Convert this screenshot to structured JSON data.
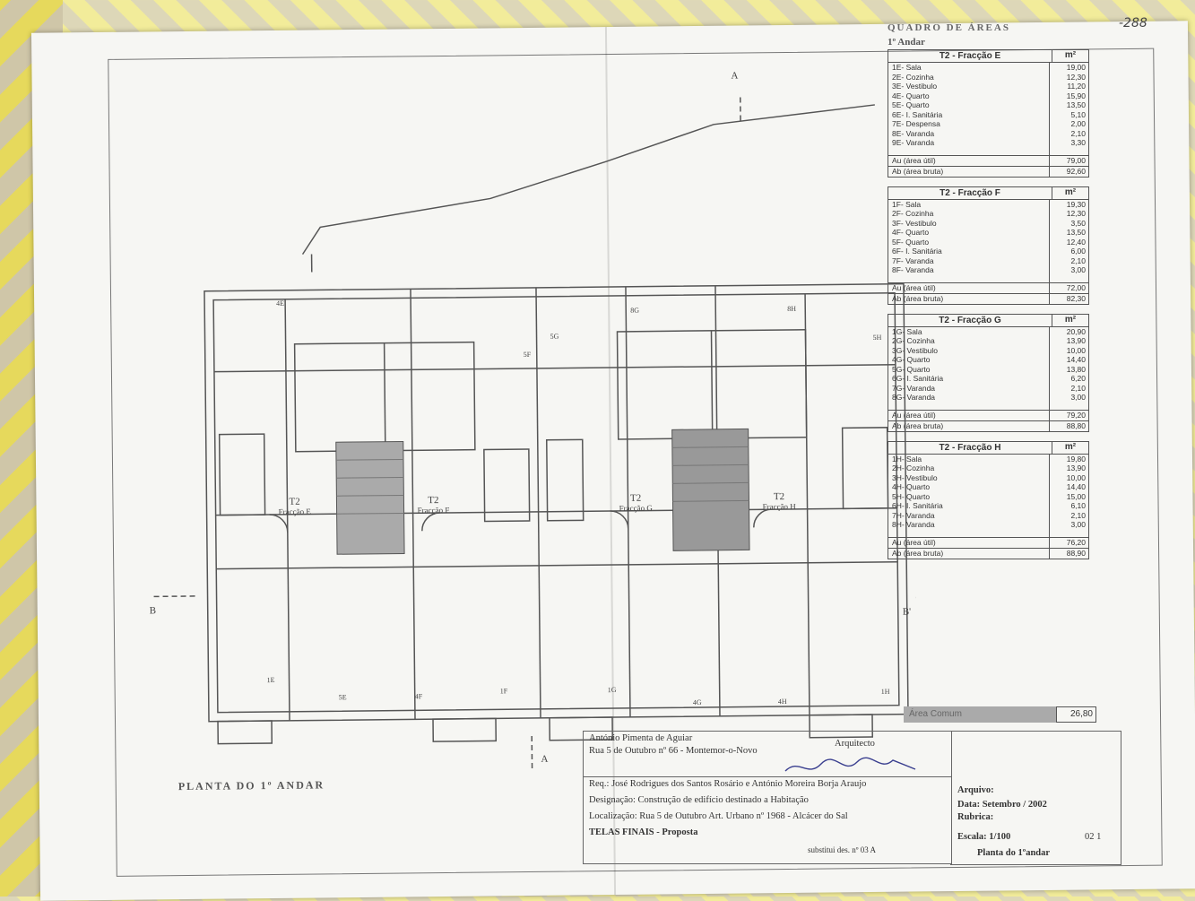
{
  "areas": {
    "title": "QUADRO DE ÁREAS",
    "floor": "1º Andar",
    "page_marker": "-288",
    "unit": "m²",
    "tables": [
      {
        "name": "T2 - Fracção E",
        "rows": [
          {
            "n": "1E- Sala",
            "v": "19,00"
          },
          {
            "n": "2E- Cozinha",
            "v": "12,30"
          },
          {
            "n": "3E- Vestibulo",
            "v": "11,20"
          },
          {
            "n": "4E- Quarto",
            "v": "15,90"
          },
          {
            "n": "5E- Quarto",
            "v": "13,50"
          },
          {
            "n": "6E- I. Sanitária",
            "v": "5,10"
          },
          {
            "n": "7E- Despensa",
            "v": "2,00"
          },
          {
            "n": "8E- Varanda",
            "v": "2,10"
          },
          {
            "n": "9E- Varanda",
            "v": "3,30"
          }
        ],
        "totals": [
          {
            "n": "Au (área útil)",
            "v": "79,00"
          },
          {
            "n": "Ab (área bruta)",
            "v": "92,60"
          }
        ]
      },
      {
        "name": "T2 - Fracção F",
        "rows": [
          {
            "n": "1F- Sala",
            "v": "19,30"
          },
          {
            "n": "2F- Cozinha",
            "v": "12,30"
          },
          {
            "n": "3F- Vestibulo",
            "v": "3,50"
          },
          {
            "n": "4F- Quarto",
            "v": "13,50"
          },
          {
            "n": "5F- Quarto",
            "v": "12,40"
          },
          {
            "n": "6F- I. Sanitária",
            "v": "6,00"
          },
          {
            "n": "7F- Varanda",
            "v": "2,10"
          },
          {
            "n": "8F- Varanda",
            "v": "3,00"
          }
        ],
        "totals": [
          {
            "n": "Au (área útil)",
            "v": "72,00"
          },
          {
            "n": "Ab (área bruta)",
            "v": "82,30"
          }
        ]
      },
      {
        "name": "T2 - Fracção G",
        "rows": [
          {
            "n": "1G- Sala",
            "v": "20,90"
          },
          {
            "n": "2G- Cozinha",
            "v": "13,90"
          },
          {
            "n": "3G- Vestibulo",
            "v": "10,00"
          },
          {
            "n": "4G- Quarto",
            "v": "14,40"
          },
          {
            "n": "5G- Quarto",
            "v": "13,80"
          },
          {
            "n": "6G- I. Sanitária",
            "v": "6,20"
          },
          {
            "n": "7G- Varanda",
            "v": "2,10"
          },
          {
            "n": "8G- Varanda",
            "v": "3,00"
          }
        ],
        "totals": [
          {
            "n": "Au (área útil)",
            "v": "79,20"
          },
          {
            "n": "Ab (área bruta)",
            "v": "88,80"
          }
        ]
      },
      {
        "name": "T2 - Fracção H",
        "rows": [
          {
            "n": "1H- Sala",
            "v": "19,80"
          },
          {
            "n": "2H- Cozinha",
            "v": "13,90"
          },
          {
            "n": "3H- Vestibulo",
            "v": "10,00"
          },
          {
            "n": "4H- Quarto",
            "v": "14,40"
          },
          {
            "n": "5H- Quarto",
            "v": "15,00"
          },
          {
            "n": "6H- I. Sanitária",
            "v": "6,10"
          },
          {
            "n": "7H- Varanda",
            "v": "2,10"
          },
          {
            "n": "8H- Varanda",
            "v": "3,00"
          }
        ],
        "totals": [
          {
            "n": "Au (área útil)",
            "v": "76,20"
          },
          {
            "n": "Ab (área bruta)",
            "v": "88,90"
          }
        ]
      }
    ],
    "common": {
      "n": "Área Comum",
      "v": "26,80"
    }
  },
  "plan": {
    "title": "PLANTA DO 1º ANDAR",
    "section_a_top": "A",
    "section_a_bottom": "A",
    "section_b_left": "B",
    "section_b_right": "B'",
    "units": [
      {
        "label": "T2",
        "sub": "Fracção E"
      },
      {
        "label": "T2",
        "sub": "Fracção F"
      },
      {
        "label": "T2",
        "sub": "Fracção G"
      },
      {
        "label": "T2",
        "sub": "Fracção H"
      }
    ],
    "room_tags": [
      "4E",
      "1E",
      "5E",
      "4F",
      "1F",
      "1G",
      "4G",
      "4H",
      "1H",
      "5F",
      "5G",
      "5H",
      "8G",
      "8H"
    ]
  },
  "title_block": {
    "architect": "António Pimenta de Aguiar",
    "architect_role": "Arquitecto",
    "address": "Rua 5 de Outubro nº 66 - Montemor-o-Novo",
    "req": "Req.: José Rodrigues dos Santos Rosário e António Moreira Borja Araujo",
    "designacao": "Designação: Construção de edifício destinado a Habitação",
    "localizacao": "Localização: Rua 5 de Outubro Art. Urbano nº 1968 - Alcácer do Sal",
    "status": "TELAS FINAIS - Proposta",
    "substitui": "substitui des. nº 03 A",
    "arquivo": "Arquivo:",
    "data": "Data: Setembro / 2002",
    "rubrica": "Rubrica:",
    "escala": "Escala: 1/100",
    "sheet_no": "02 1",
    "sheet_title": "Planta do 1ºandar"
  }
}
